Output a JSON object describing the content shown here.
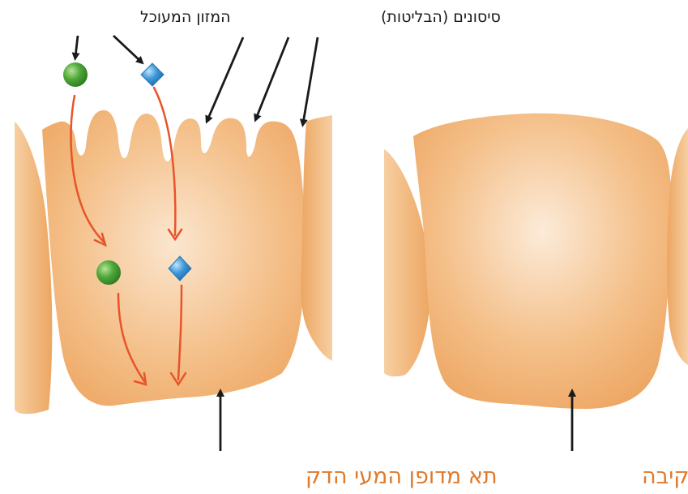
{
  "labels": {
    "digested_food": "המזון המעוכל",
    "villi": "סיסונים (הבליטות)",
    "small_intestine_cell": "תא מדופן המעי הדק",
    "stomach_cell": "תא מדופן הקיבה"
  },
  "colors": {
    "cell_fill": "#f0b274",
    "cell_light": "#fbe6cf",
    "cell_edge": "#e39a56",
    "arrow_orange": "#e8542a",
    "arrow_dark": "#1a1a1a",
    "green_particle": "#4fa83a",
    "blue_particle": "#3b97d8",
    "caption_color": "#e07a2c"
  },
  "icons": {
    "green_particle": "green-sphere-particle",
    "blue_particle": "blue-diamond-particle"
  }
}
